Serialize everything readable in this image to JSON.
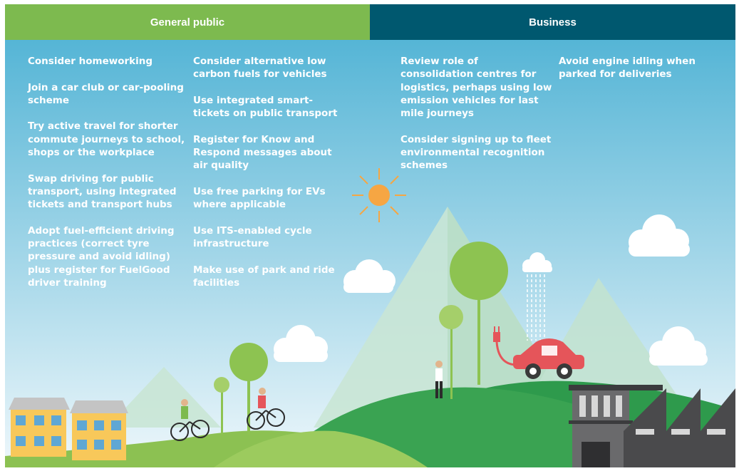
{
  "headers": {
    "general_public": "General public",
    "business": "Business"
  },
  "general_public": {
    "column_1": [
      "Consider homeworking",
      "Join a car club or car-pooling scheme",
      "Try active travel for shorter commute journeys to school, shops or the workplace",
      "Swap driving for public transport, using integrated tickets and transport hubs",
      "Adopt fuel-efficient driving practices (correct tyre pressure and avoid idling) plus register for FuelGood driver training"
    ],
    "column_2": [
      "Consider alternative low carbon fuels for vehicles",
      "Use integrated smart-tickets on public transport",
      "Register for Know and Respond messages about air quality",
      "Use free parking for EVs where applicable",
      "Use ITS-enabled cycle infrastructure",
      "Make use of park and ride facilities"
    ]
  },
  "business": {
    "column_1": [
      "Review role of consolidation centres for logistics, perhaps using low emission vehicles for last mile journeys",
      "Consider signing up to fleet environmental recognition schemes"
    ],
    "column_2": [
      "Avoid engine idling when parked for deliveries"
    ]
  },
  "colors": {
    "general_public_header": "#7dba4f",
    "business_header": "#00586f",
    "sky_top": "#55b5d6",
    "sky_bottom": "#eef7fb",
    "sun": "#f6a643",
    "tree_green": "#8dc351",
    "hill_dark": "#2e9a4c",
    "hill_light": "#8cc152",
    "car": "#e5555a",
    "house": "#f8c85a",
    "factory": "#4a4a4c"
  },
  "icons": [
    "sun-icon",
    "cloud-icon",
    "tree-icon",
    "cyclist-icon",
    "house-icon",
    "electric-car-icon",
    "ev-plug-icon",
    "rain-cloud-icon",
    "person-icon",
    "factory-icon"
  ]
}
